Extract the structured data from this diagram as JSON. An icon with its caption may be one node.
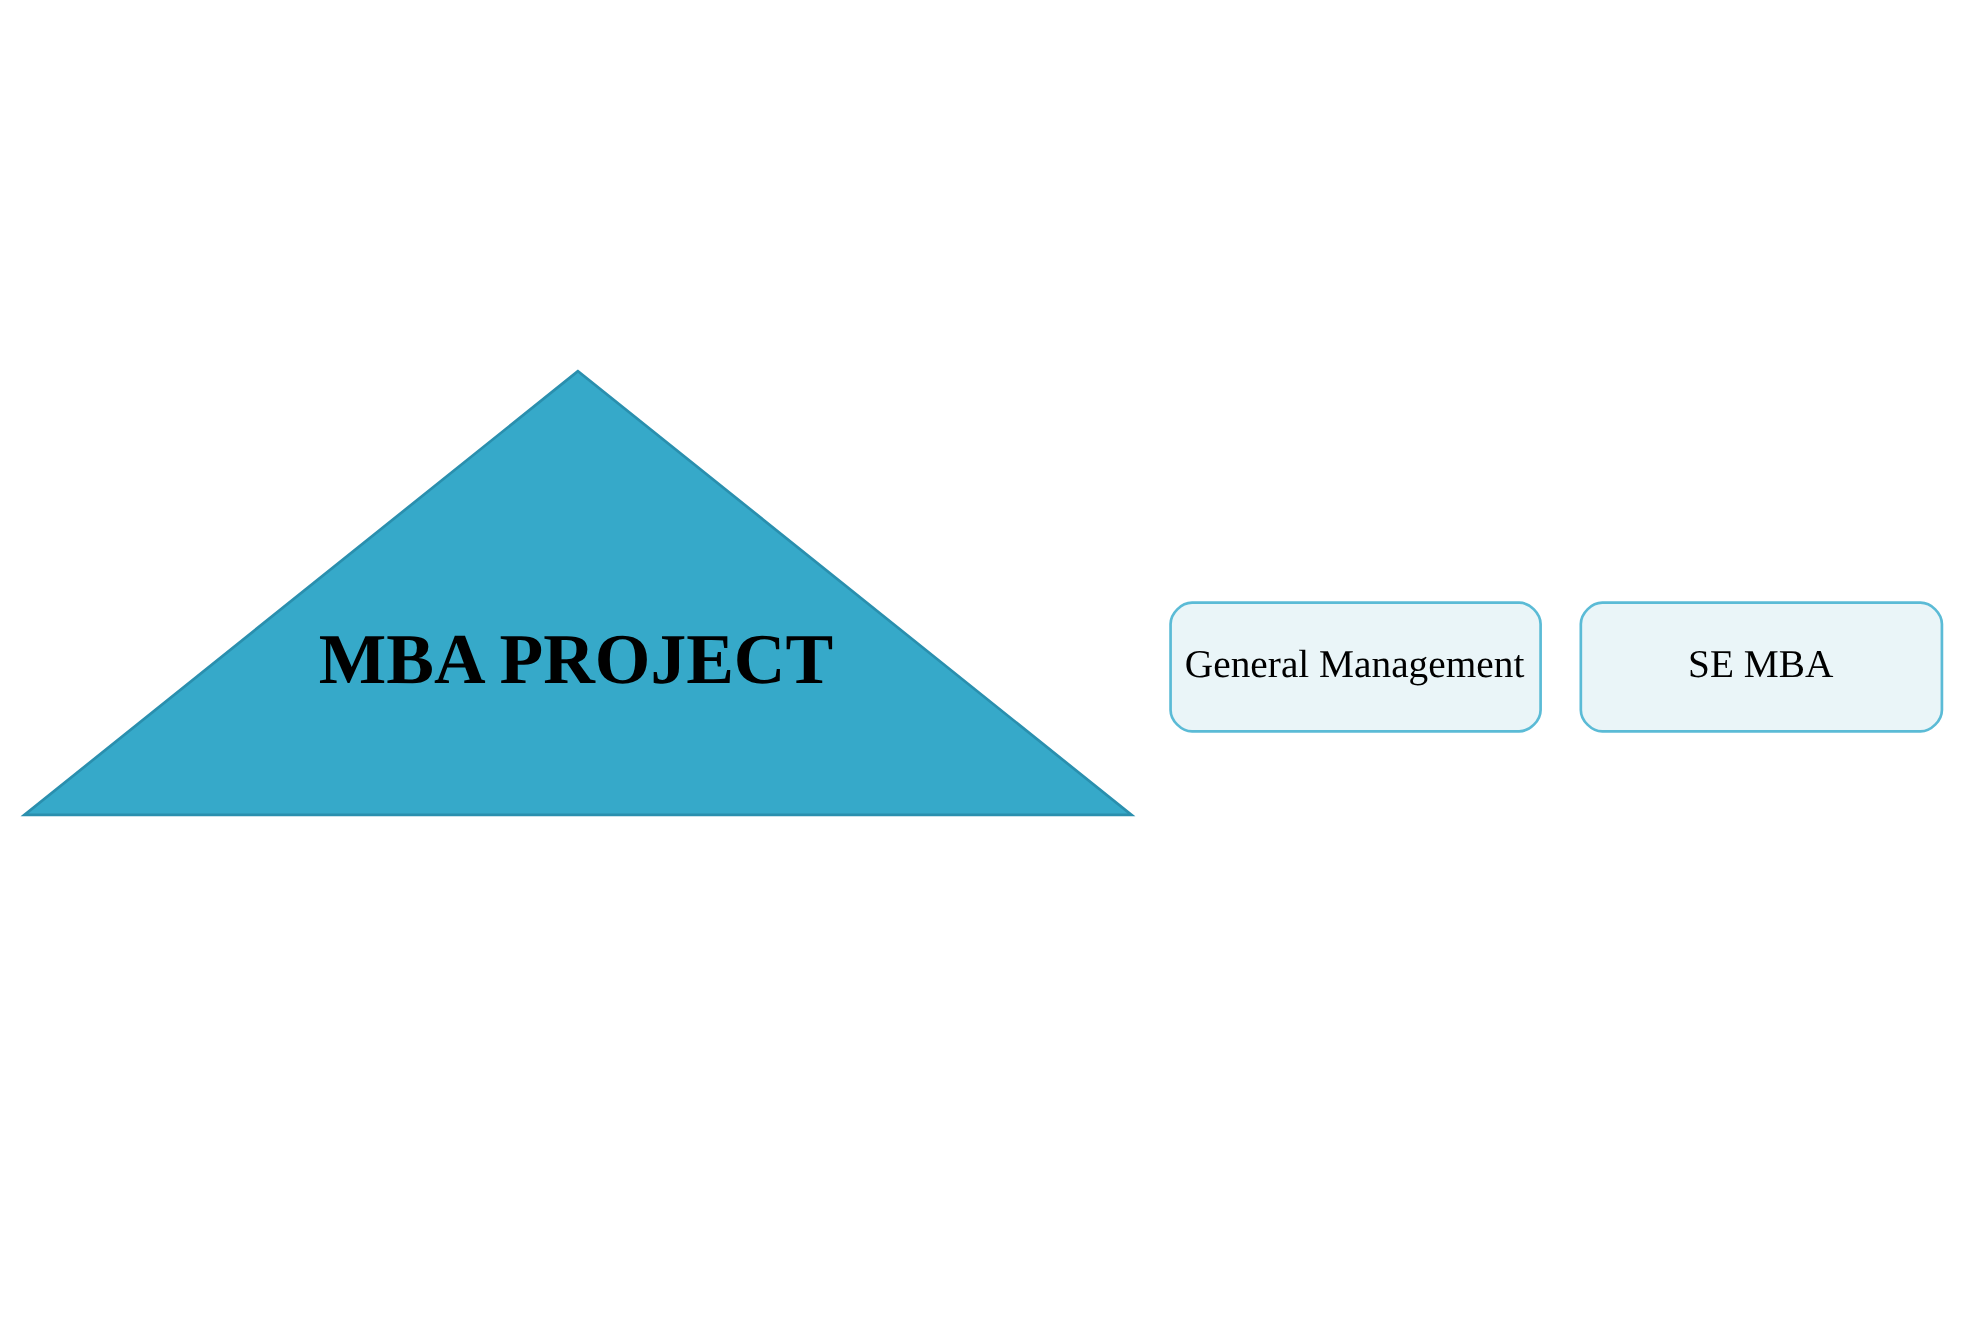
{
  "diagram": {
    "nodes": [
      {
        "text": [
          "MBA PROJECT"
        ]
      },
      {
        "text": [
          "General Management"
        ]
      },
      {
        "text": [
          "SE MBA"
        ]
      }
    ]
  }
}
